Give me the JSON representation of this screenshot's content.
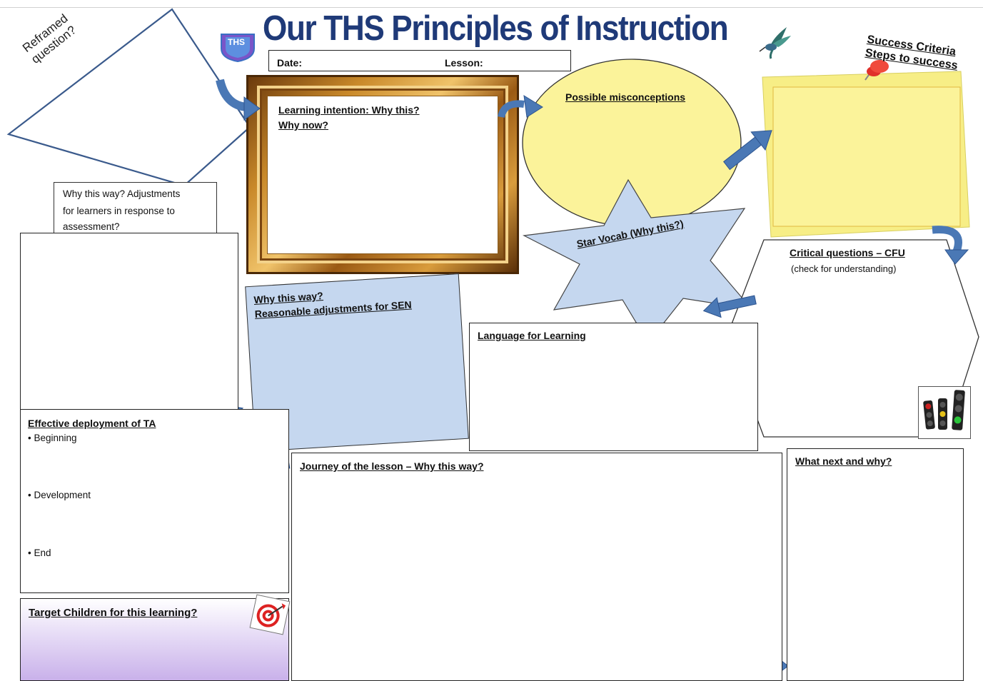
{
  "header": {
    "title": "Our THS Principles of Instruction",
    "date_label": "Date:",
    "lesson_label": "Lesson:",
    "logo_text": "THS",
    "title_color": "#1f3a78"
  },
  "reframed": {
    "text": "Reframed question?"
  },
  "why_way_adjust": {
    "line1": "Why this way? Adjustments",
    "line2": "for learners in response to",
    "line3": "assessment?"
  },
  "learning_intention": {
    "line1": "Learning intention: Why this?",
    "line2": "Why now?"
  },
  "misconceptions": {
    "label": "Possible misconceptions"
  },
  "success": {
    "line1": "Success Criteria",
    "line2": "Steps to success"
  },
  "star_vocab": {
    "label": "Star Vocab (Why this?)"
  },
  "critical": {
    "label": "Critical questions – CFU",
    "sub": "(check for understanding)"
  },
  "sen": {
    "line1": "Why this way?",
    "line2": "Reasonable adjustments for SEN"
  },
  "language": {
    "label": "Language for Learning"
  },
  "ta": {
    "label": "Effective deployment of TA",
    "items": [
      "• Beginning",
      "• Development",
      "• End"
    ]
  },
  "journey": {
    "label": "Journey of the lesson – Why this way?"
  },
  "what_next": {
    "label": "What next and why?"
  },
  "target": {
    "label": "Target Children for this learning?"
  },
  "colors": {
    "arrow": "#4a78b5",
    "light_blue": "#c5d7ef",
    "yellow": "#fbf39a",
    "frame_gold": "#b8741f",
    "purple_top": "#ffffff",
    "purple_bottom": "#c9b1ea"
  }
}
